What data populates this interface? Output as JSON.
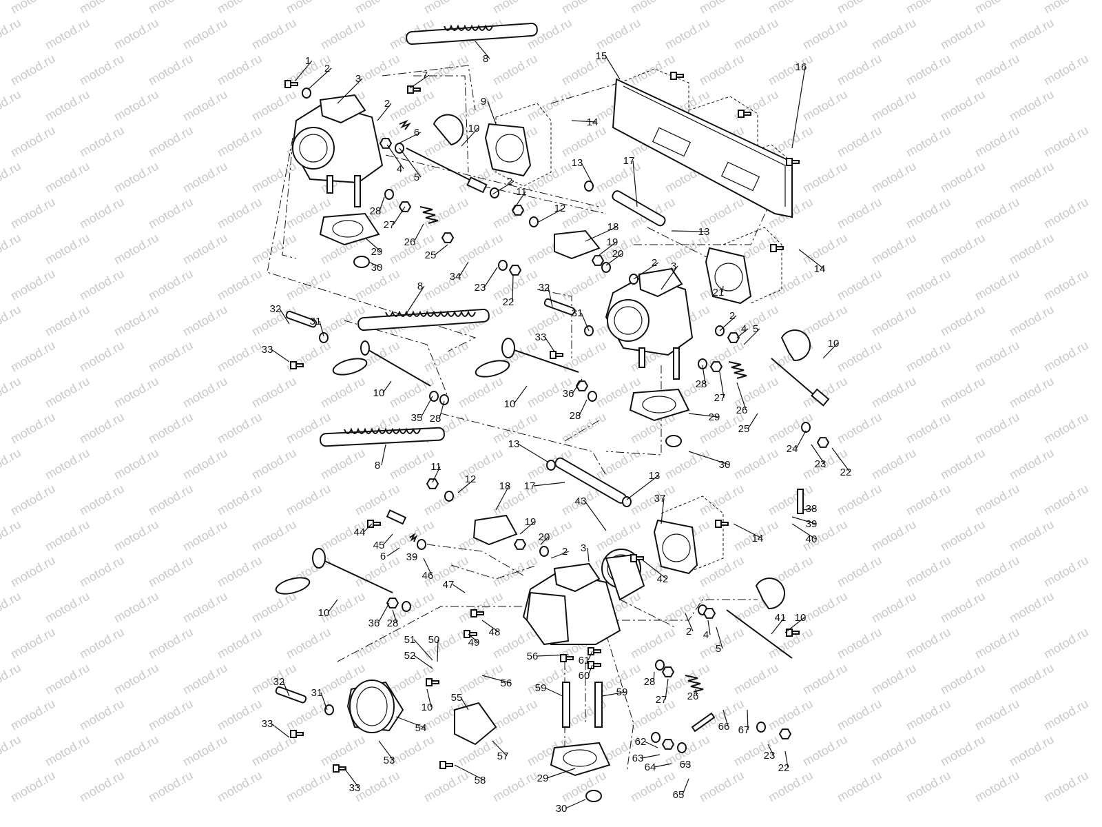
{
  "watermark": {
    "text": "motod.ru",
    "color": "#c9c9c9"
  },
  "callouts": [
    "1",
    "2",
    "3",
    "7",
    "2",
    "6",
    "10",
    "4",
    "5",
    "9",
    "14",
    "15",
    "16",
    "8",
    "13",
    "17",
    "2",
    "11",
    "12",
    "18",
    "13",
    "28",
    "27",
    "26",
    "25",
    "34",
    "29",
    "30",
    "19",
    "20",
    "2",
    "3",
    "14",
    "23",
    "22",
    "32",
    "31",
    "33",
    "8",
    "21",
    "2",
    "4",
    "5",
    "10",
    "32",
    "31",
    "33",
    "28",
    "27",
    "26",
    "25",
    "24",
    "23",
    "22",
    "10",
    "35",
    "28",
    "8",
    "10",
    "36",
    "28",
    "29",
    "30",
    "13",
    "17",
    "13",
    "11",
    "12",
    "18",
    "37",
    "38",
    "39",
    "40",
    "44",
    "45",
    "19",
    "20",
    "2",
    "3",
    "43",
    "14",
    "6",
    "39",
    "46",
    "42",
    "47",
    "10",
    "36",
    "28",
    "48",
    "49",
    "2",
    "4",
    "5",
    "10",
    "41",
    "51",
    "50",
    "52",
    "56",
    "61",
    "60",
    "56",
    "28",
    "27",
    "26",
    "66",
    "67",
    "23",
    "22",
    "32",
    "31",
    "55",
    "59",
    "59",
    "33",
    "54",
    "53",
    "57",
    "62",
    "63",
    "64",
    "63",
    "65",
    "33",
    "58",
    "29",
    "30",
    "10"
  ]
}
